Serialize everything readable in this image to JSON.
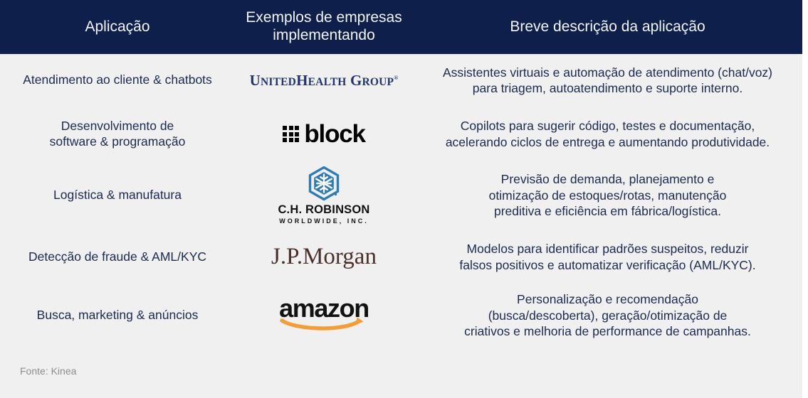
{
  "table": {
    "header": {
      "col_application": "Aplicação",
      "col_companies": "Exemplos de empresas\nimplementando",
      "col_description": "Breve descrição da aplicação"
    },
    "rows": [
      {
        "application": "Atendimento ao cliente & chatbots",
        "company": "UnitedHealth Group",
        "company_logo": "unitedhealth-group-logo",
        "logo_parts": {
          "u": "U",
          "nited": "NITED",
          "h": "H",
          "ealth": "EALTH",
          "g": "G",
          "roup": "ROUP",
          "reg": "®"
        },
        "description": "Assistentes virtuais e automação de atendimento (chat/voz)\npara triagem, autoatendimento e suporte interno."
      },
      {
        "application": "Desenvolvimento de\nsoftware & programação",
        "company": "block",
        "company_logo": "block-logo",
        "logo_parts": {
          "word": "block"
        },
        "description": "Copilots para sugerir código, testes e documentação,\nacelerando ciclos de entrega e aumentando produtividade."
      },
      {
        "application": "Logística & manufatura",
        "company": "C.H. ROBINSON WORLDWIDE, INC.",
        "company_logo": "ch-robinson-logo",
        "logo_parts": {
          "name": "C.H. ROBINSON",
          "sub": "WORLDWIDE, INC."
        },
        "description": "Previsão de demanda, planejamento e\notimização de estoques/rotas, manutenção\npreditiva e eficiência em fábrica/logística."
      },
      {
        "application": "Detecção de fraude & AML/KYC",
        "company": "J.P.Morgan",
        "company_logo": "jpmorgan-logo",
        "logo_parts": {
          "word": "J.P.Morgan"
        },
        "description": "Modelos para identificar padrões suspeitos, reduzir\nfalsos positivos e automatizar verificação (AML/KYC)."
      },
      {
        "application": "Busca, marketing & anúncios",
        "company": "amazon",
        "company_logo": "amazon-logo",
        "logo_parts": {
          "word": "amazon"
        },
        "description": "Personalização e recomendação\n(busca/descoberta), geração/otimização de\ncriativos e melhoria de performance de campanhas."
      }
    ]
  },
  "footer": {
    "source": "Fonte: Kinea"
  },
  "colors": {
    "header_bg": "#0f1f4b",
    "body_bg": "#f0f0f0",
    "text": "#1b2a4e",
    "header_text": "#f2f5fa",
    "source_text": "#8d8d8d",
    "uhg_navy": "#23366b",
    "chr_blue": "#2b7cb8",
    "jpm_brown": "#4a3028",
    "amazon_orange": "#f79b34"
  }
}
